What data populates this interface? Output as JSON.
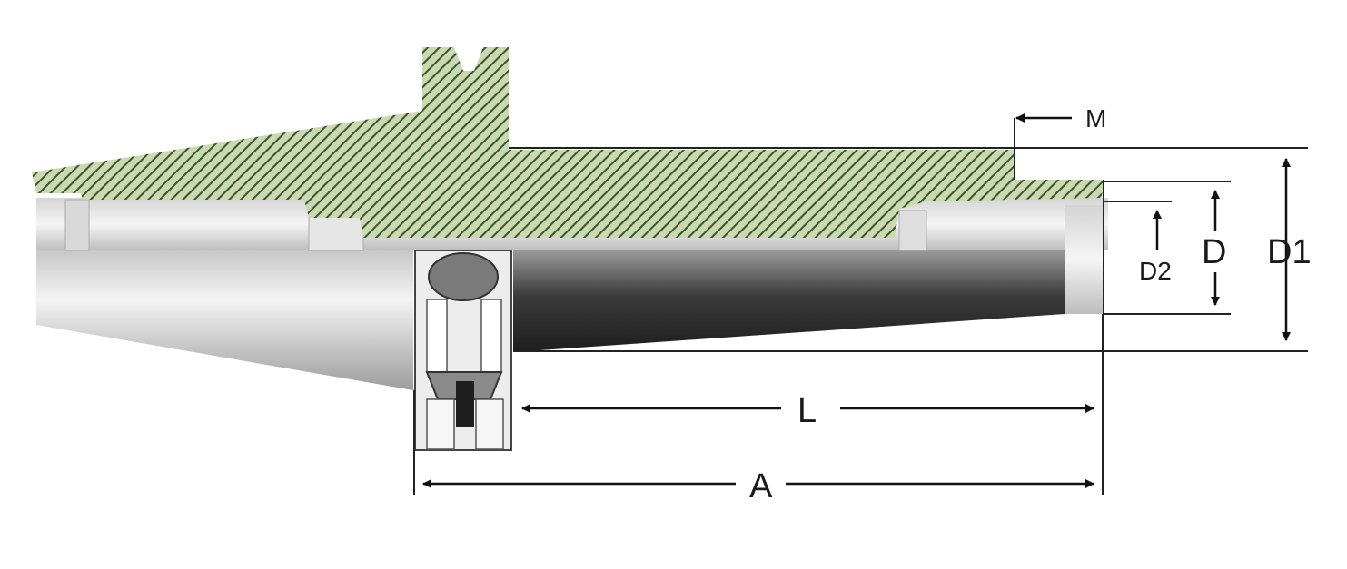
{
  "diagram": {
    "labels": {
      "m": "M",
      "d2": "D2",
      "d": "D",
      "d1": "D1",
      "l": "L",
      "a": "A"
    },
    "colors": {
      "hatch_bg": "#cdd7b0",
      "hatch_line": "#2f5a30",
      "steel_light": "#ededed",
      "steel_mid": "#b9b9b9",
      "steel_dark": "#6a6a6a",
      "bore_dark": "#2c2c2c"
    }
  }
}
